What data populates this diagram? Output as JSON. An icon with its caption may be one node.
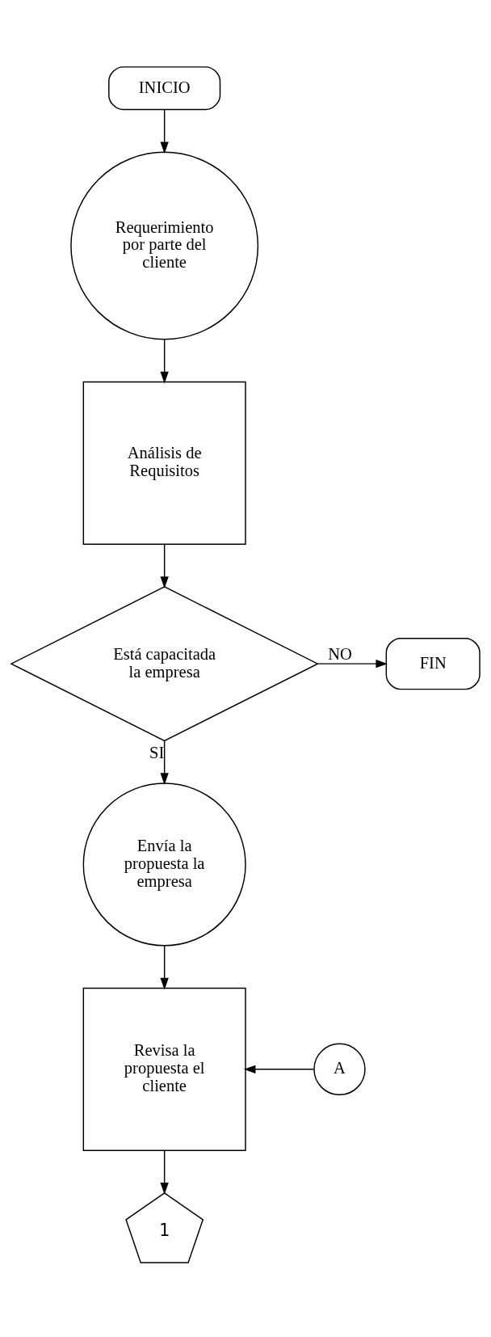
{
  "diagram": {
    "nodes": [
      {
        "text": [
          "INICIO"
        ]
      },
      {
        "text": [
          "Requerimiento por parte del cliente"
        ]
      },
      {
        "text": [
          "Análisis de Requisitos"
        ]
      },
      {
        "text": [
          "Está capacitada la empresa"
        ]
      },
      {
        "text": [
          "FIN"
        ]
      },
      {
        "text": [
          "Envía la propuesta la empresa"
        ]
      },
      {
        "text": [
          "Revisa la propuesta el cliente"
        ]
      },
      {
        "text": [
          "A"
        ]
      },
      {
        "text": [
          "1"
        ]
      }
    ],
    "edges": [
      {
        "from": 0,
        "to": 1,
        "arrow": "to"
      },
      {
        "from": 1,
        "to": 2,
        "arrow": "to"
      },
      {
        "from": 2,
        "to": 3,
        "arrow": "to"
      },
      {
        "from": 3,
        "to": 4,
        "arrow": "to",
        "label": "NO"
      },
      {
        "from": 3,
        "to": 5,
        "arrow": "to",
        "label": "SI"
      },
      {
        "from": 5,
        "to": 6,
        "arrow": "to"
      },
      {
        "from": 7,
        "to": 6,
        "arrow": "to"
      },
      {
        "from": 6,
        "to": 8,
        "arrow": "to"
      }
    ]
  }
}
